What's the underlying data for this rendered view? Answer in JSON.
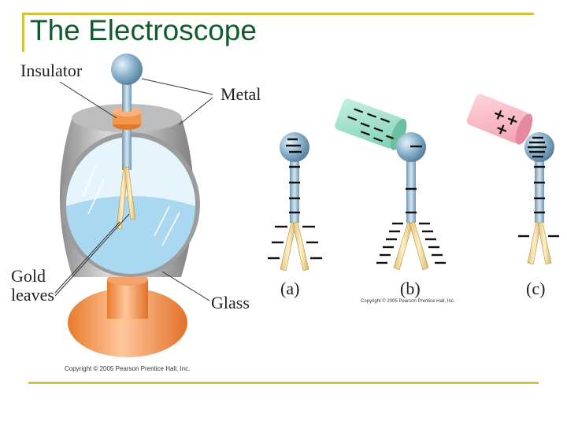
{
  "slide": {
    "title": "The Electroscope",
    "colors": {
      "title": "#0f5d2e",
      "rule": "#d6c23a"
    }
  },
  "main_diagram": {
    "labels": {
      "insulator": "Insulator",
      "metal": "Metal",
      "gold_leaves": "Gold\nleaves",
      "glass": "Glass"
    },
    "copyright": "Copyright © 2005 Pearson Prentice Hall, Inc."
  },
  "panels": {
    "labels": [
      "(a)",
      "(b)",
      "(c)"
    ],
    "copyright": "Copyright © 2005 Pearson Prentice Hall, Inc."
  }
}
